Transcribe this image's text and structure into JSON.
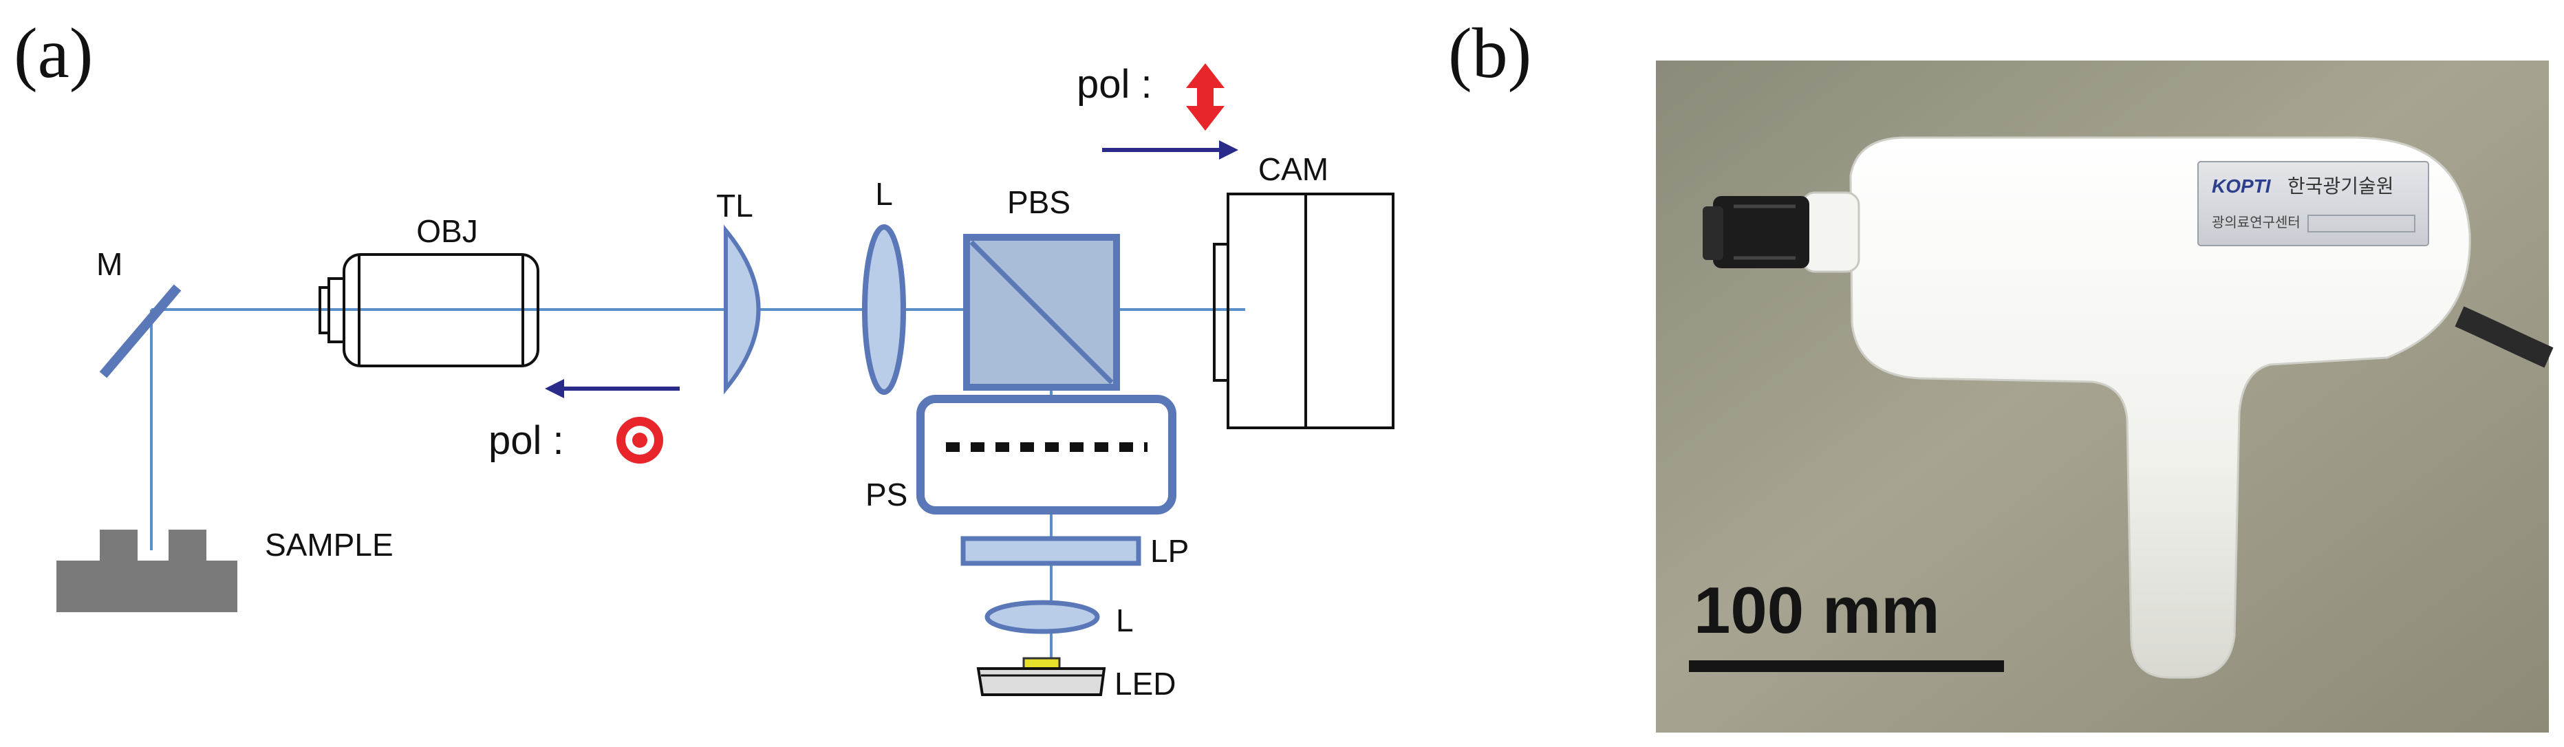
{
  "figure": {
    "panel_a_label": "(a)",
    "panel_b_label": "(b)"
  },
  "colors": {
    "beam": "#5b8fc9",
    "optic_fill": "#b9cce8",
    "optic_stroke": "#5a78b8",
    "pbs_fill": "#a9bcd8",
    "pol_arrow": "#e8252a",
    "direction_arrow": "#2a2a8a",
    "sample": "#7a7a7a",
    "photo_bg": "#9a9682",
    "device": "#f2f2ee",
    "led_die": "#e6e02a"
  },
  "diagram": {
    "mirror_label": "M",
    "objective_label": "OBJ",
    "tube_lens_label": "TL",
    "lens_label_top": "L",
    "pbs_label": "PBS",
    "camera_label": "CAM",
    "polarization_label_top": "pol :",
    "polarization_label_bottom": "pol :",
    "polarization_top_icon": "double-vertical-arrow-icon",
    "polarization_bottom_icon": "bullseye-icon",
    "ps_label": "PS",
    "lp_label": "LP",
    "lens_label_bottom": "L",
    "led_label": "LED",
    "sample_label": "SAMPLE"
  },
  "photo": {
    "scale_bar_label": "100 mm",
    "brand_text": "KOPTI",
    "korean_name": "한국광기술원",
    "center_name": "광의료연구센터"
  }
}
